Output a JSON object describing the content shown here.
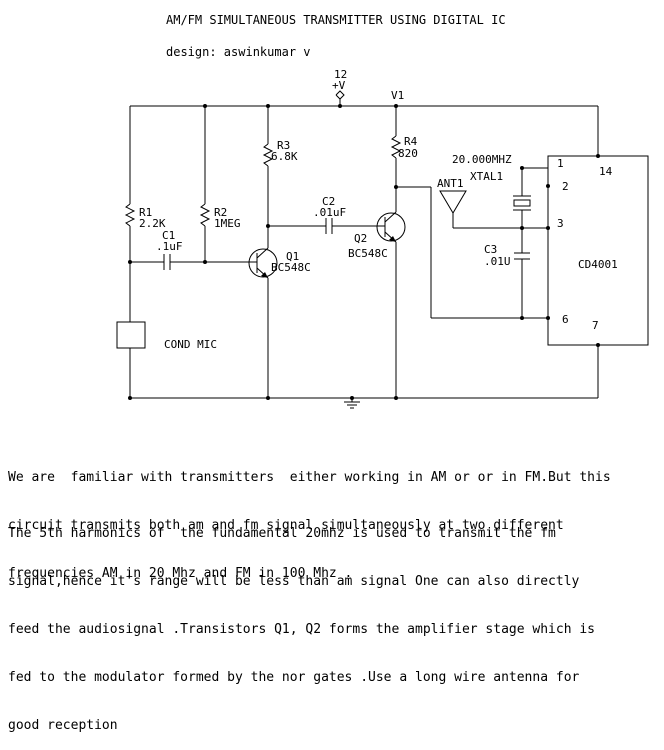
{
  "title": "AM/FM SIMULTANEOUS TRANSMITTER USING DIGITAL IC",
  "designer": "design: aswinkumar v",
  "supply": {
    "voltage": "12",
    "label": "+V",
    "node": "V1"
  },
  "components": {
    "r1": {
      "ref": "R1",
      "value": "2.2K"
    },
    "r2": {
      "ref": "R2",
      "value": "1MEG"
    },
    "r3": {
      "ref": "R3",
      "value": "6.8K"
    },
    "r4": {
      "ref": "R4",
      "value": "820"
    },
    "c1": {
      "ref": "C1",
      "value": ".1uF"
    },
    "c2": {
      "ref": "C2",
      "value": ".01uF"
    },
    "c3": {
      "ref": "C3",
      "value": ".01U"
    },
    "q1": {
      "ref": "Q1",
      "part": "BC548C"
    },
    "q2": {
      "ref": "Q2",
      "part": "BC548C"
    },
    "xtal": {
      "freq": "20.000MHZ",
      "ref": "XTAL1"
    },
    "ant": {
      "ref": "ANT1"
    },
    "mic": {
      "label": "COND MIC"
    },
    "ic": {
      "part": "CD4001",
      "pins": [
        "1",
        "2",
        "3",
        "14",
        "6",
        "7"
      ]
    }
  },
  "description": {
    "paragraph1": [
      "We are  familiar with transmitters  either working in AM or or in FM.But this",
      "circuit transmits both am and fm signal simultaneously at two different",
      "frequencies AM in 20 Mhz and FM in 100 Mhz ."
    ],
    "paragraph2": [
      "The 5th harmonics of  the fundamental 20mhz is used to transmit the fm",
      "signal,hence it's range will be less than am signal One can also directly",
      "feed the audiosignal .Transistors Q1, Q2 forms the amplifier stage which is",
      "fed to the modulator formed by the nor gates .Use a long wire antenna for",
      "good reception"
    ]
  }
}
